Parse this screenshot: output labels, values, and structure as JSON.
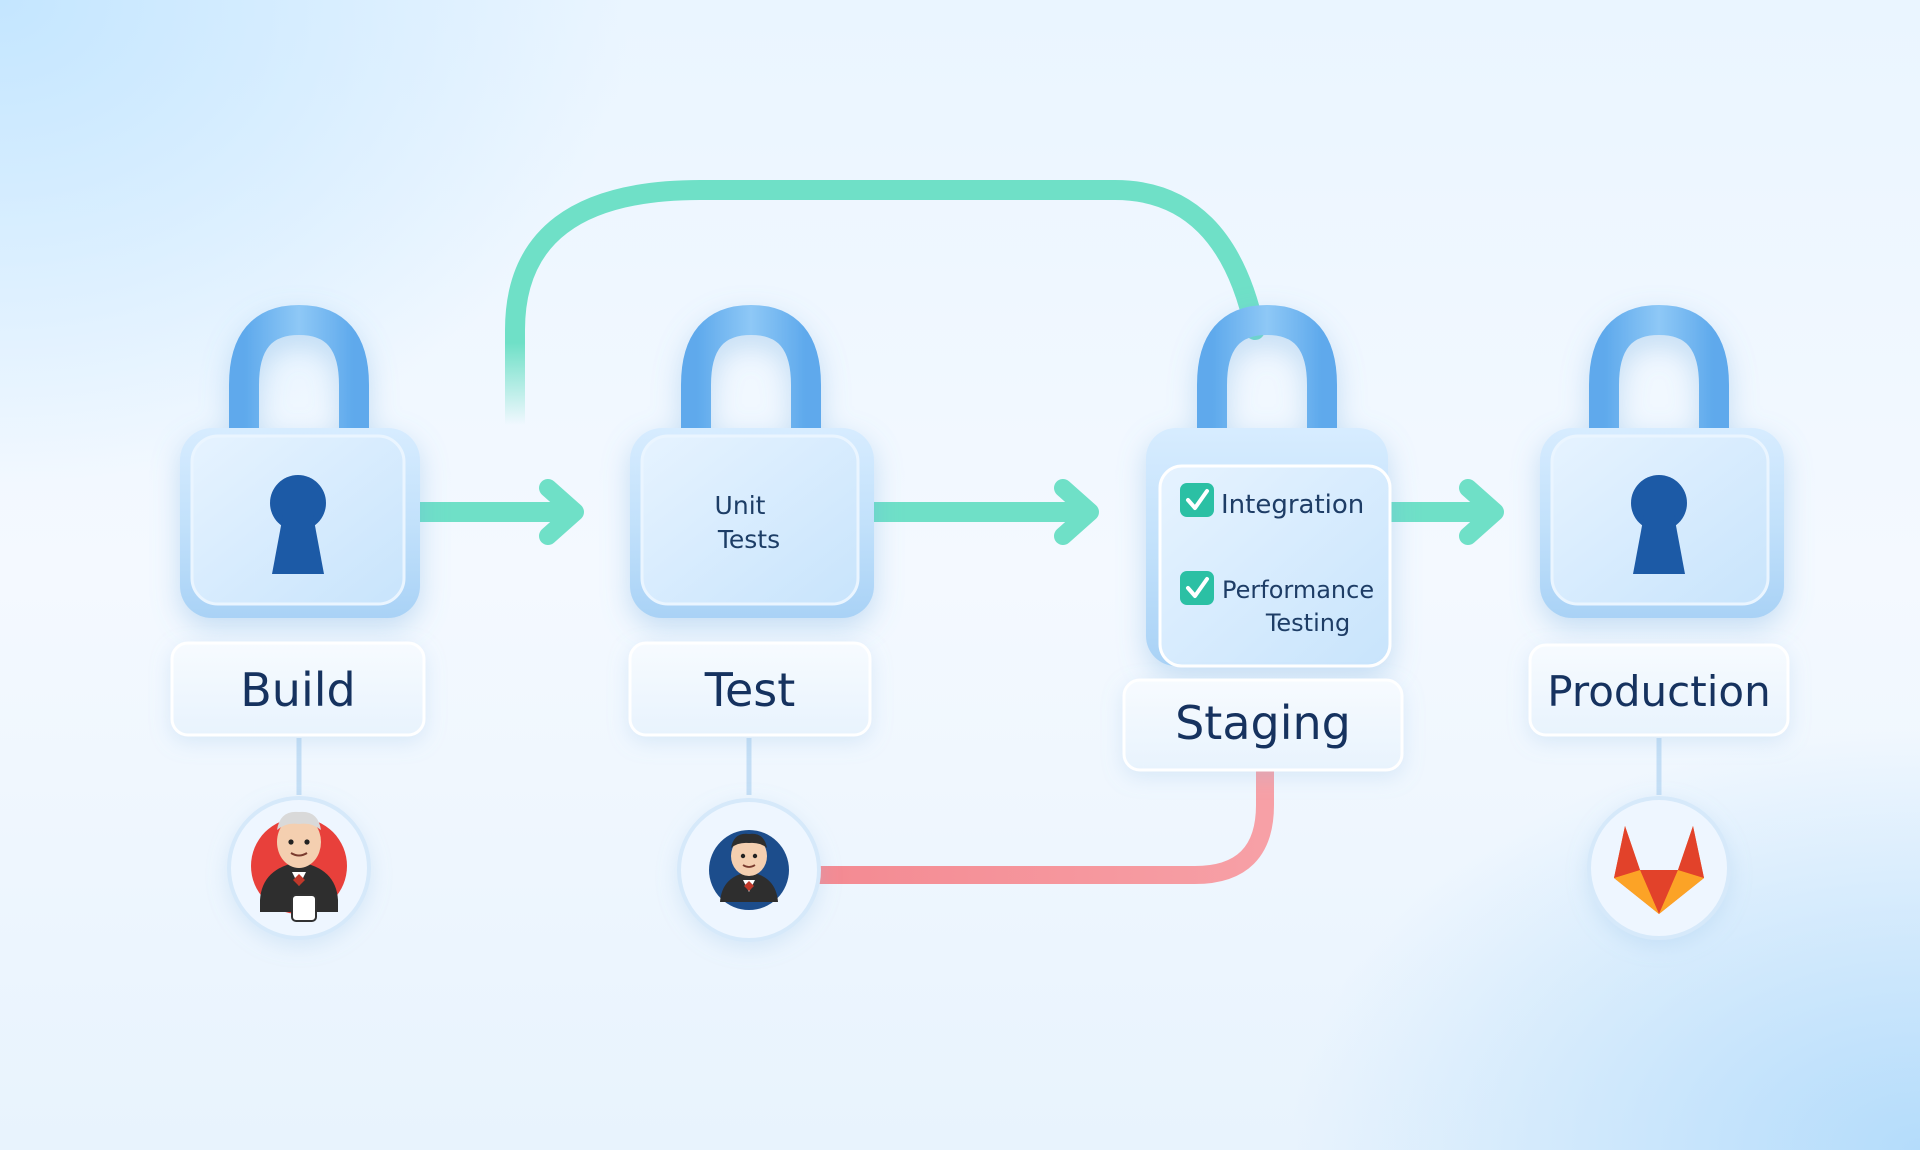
{
  "stages": [
    {
      "id": "build",
      "label": "Build",
      "tool_icon": "jenkins-icon"
    },
    {
      "id": "test",
      "label": "Test",
      "lock_text": [
        "Unit",
        "Tests"
      ],
      "tool_icon": "jenkins-icon"
    },
    {
      "id": "staging",
      "label": "Staging",
      "checklist": [
        {
          "lines": [
            "Integration"
          ],
          "checked": true
        },
        {
          "lines": [
            "Performance",
            "Testing"
          ],
          "checked": true
        }
      ]
    },
    {
      "id": "production",
      "label": "Production",
      "tool_icon": "gitlab-icon"
    }
  ],
  "colors": {
    "arrow": "#6fe0c7",
    "loop_top": "#6fe0c7",
    "loop_bottom": "#f48a92",
    "lock_body": "#bfe0fb",
    "lock_shackle": "#6fb4ef",
    "keyhole": "#1f5aa6",
    "label_text": "#13335e",
    "check": "#2bc0a4",
    "jenkins_red": "#e8413a",
    "jenkins_blue": "#1e4d8c",
    "gitlab_orange": "#fc6d26",
    "gitlab_light": "#fca326",
    "gitlab_red": "#e24329"
  }
}
